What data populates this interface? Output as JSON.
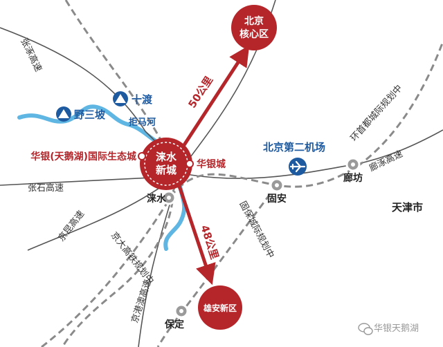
{
  "colors": {
    "accent_red": "#b5262b",
    "accent_blue": "#1e5aa0",
    "river": "#5fb6e2",
    "road_solid": "#555555",
    "road_dashed": "#8a8a8a",
    "station": "#9a9a9a"
  },
  "center": {
    "line1": "涞水",
    "line2": "新城"
  },
  "beijing_core": {
    "line1": "北京",
    "line2": "核心区"
  },
  "xiongan": {
    "label": "雄安新区"
  },
  "distances": {
    "to_beijing": "50公里",
    "to_xiongan": "48公里"
  },
  "projects": {
    "left": "华银(天鹅湖)国际生态城",
    "right": "华银城"
  },
  "scenic": {
    "yesanpo": {
      "label": "野三坡",
      "icon": "mountain-icon"
    },
    "shidu": {
      "label": "十渡",
      "icon": "mountain-icon"
    },
    "jumahe": "拒马河"
  },
  "airport": {
    "label": "北京第二机场",
    "icon": "airplane-icon"
  },
  "cities": {
    "laishui": "涞水",
    "guan": "固安",
    "langfang": "廊坊",
    "baoding": "保定",
    "tianjin": "天津市"
  },
  "roads": {
    "zhangzhuo": "张涿高速",
    "zhangshi": "张石高速",
    "jingkun": "京昆高速",
    "jingda": "京大高铁规划中",
    "jinggang": "京港澳高速",
    "gubao": "固保城际规划中",
    "huanshou": "环首都城际规划中",
    "langzhuo": "廊涿高速"
  },
  "watermark": {
    "text": "华银天鹅湖",
    "icon": "wechat-icon"
  }
}
